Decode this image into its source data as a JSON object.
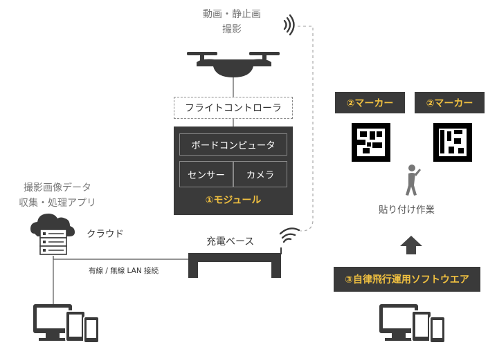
{
  "drone": {
    "capture_label_line1": "動画・静止画",
    "capture_label_line2": "撮影",
    "flight_controller": "フライトコントローラ"
  },
  "module": {
    "board_computer": "ボードコンピュータ",
    "sensor": "センサー",
    "camera": "カメラ",
    "title": "①モジュール"
  },
  "charging": {
    "label": "充電ベース"
  },
  "cloud": {
    "label": "クラウド",
    "app_line1": "撮影画像データ",
    "app_line2": "収集・処理アプリ",
    "link_label": "有線 / 無線 LAN 接続"
  },
  "markers": [
    {
      "label": "②マーカー"
    },
    {
      "label": "②マーカー"
    }
  ],
  "attach": {
    "label": "貼り付け作業"
  },
  "software": {
    "label": "③自律飛行運用ソフトウエア"
  },
  "colors": {
    "dark": "#3a3a3a",
    "accent": "#f0c040",
    "line": "#555555"
  }
}
